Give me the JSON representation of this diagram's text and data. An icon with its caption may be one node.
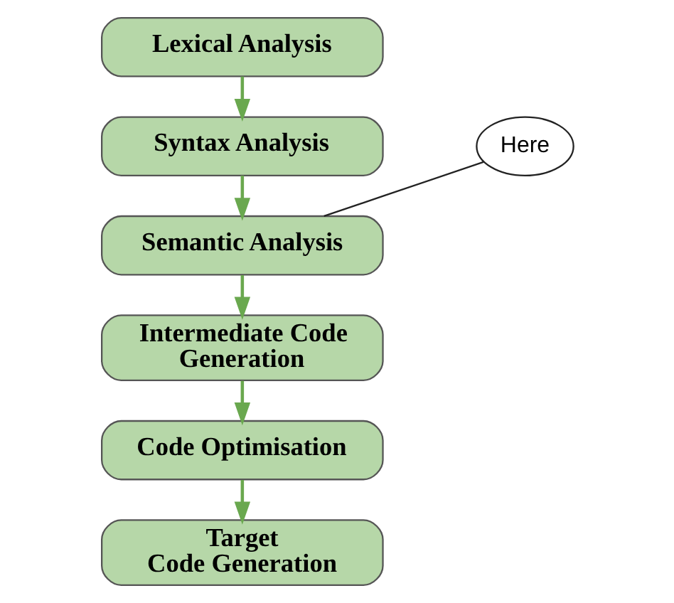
{
  "diagram": {
    "nodes": [
      {
        "text": [
          "Lexical Analysis"
        ]
      },
      {
        "text": [
          "Syntax Analysis"
        ]
      },
      {
        "text": [
          "Semantic Analysis"
        ]
      },
      {
        "text": [
          "Intermediate Code Generation"
        ]
      },
      {
        "text": [
          "Code Optimisation"
        ]
      },
      {
        "text": [
          "Target Code Generation"
        ]
      },
      {
        "text": [
          "Here"
        ]
      }
    ],
    "edges": [
      {
        "from": 0,
        "to": 1,
        "arrow": "to"
      },
      {
        "from": 1,
        "to": 2,
        "arrow": "to"
      },
      {
        "from": 2,
        "to": 3,
        "arrow": "to"
      },
      {
        "from": 3,
        "to": 4,
        "arrow": "to"
      },
      {
        "from": 4,
        "to": 5,
        "arrow": "to"
      },
      {
        "from": 6,
        "to": 2,
        "arrow": "none",
        "color": "#222222"
      }
    ]
  }
}
